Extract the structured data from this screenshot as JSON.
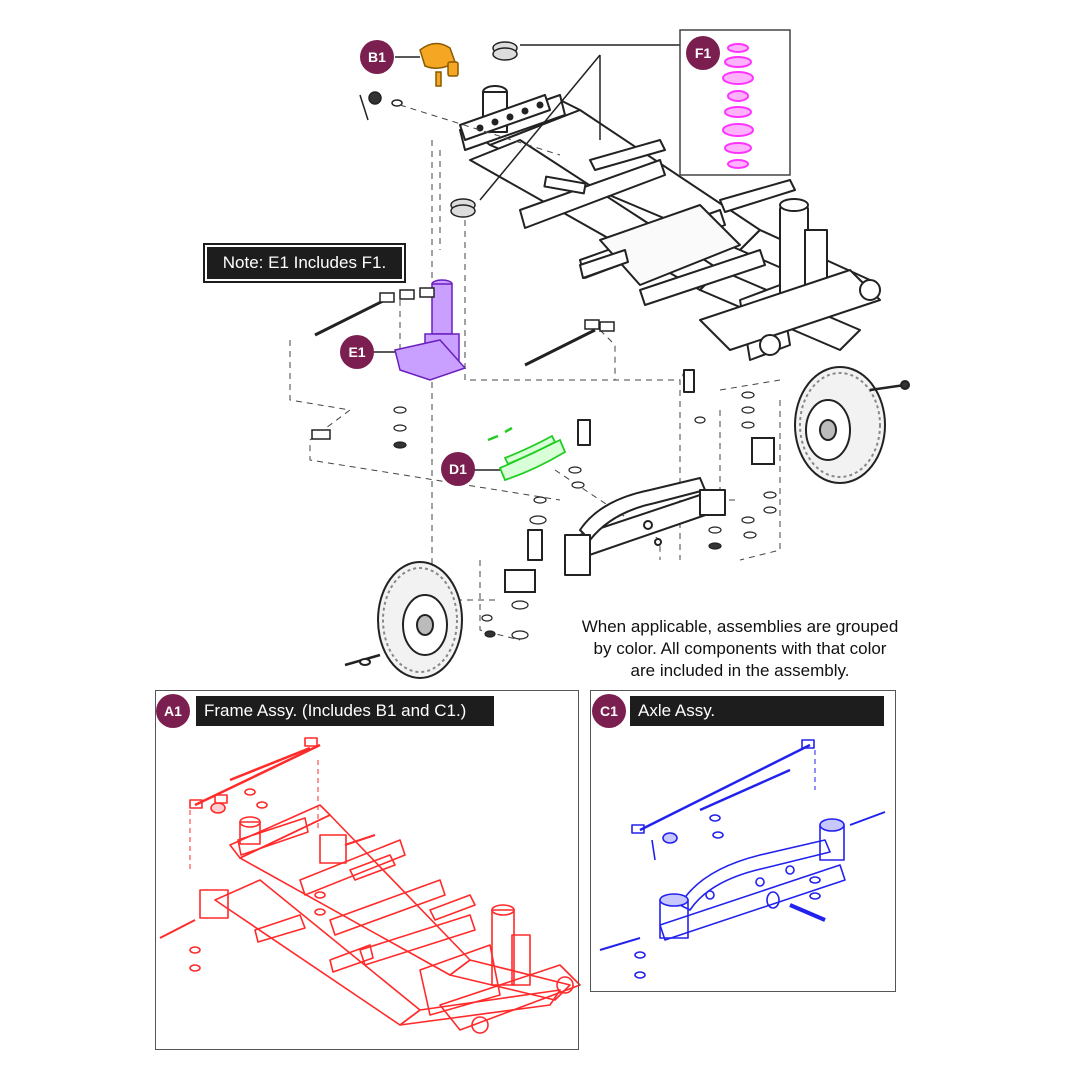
{
  "note": "Note: E1 Includes F1.",
  "callout": [
    "When applicable, assemblies are grouped",
    "by color. All components with that color",
    "are included in the assembly."
  ],
  "labels": {
    "b1": "B1",
    "f1": "F1",
    "e1": "E1",
    "d1": "D1",
    "a1": "A1",
    "c1": "C1"
  },
  "panels": {
    "frame": {
      "title": "Frame Assy. (Includes B1 and C1.)"
    },
    "axle": {
      "title": "Axle Assy."
    }
  },
  "colors": {
    "badge": "#7a1f4f",
    "line": "#222222",
    "b1": "#f5a623",
    "f1": "#ff33ff",
    "e1": "#9b30ff",
    "d1": "#33dd33",
    "frame": "#ff2a2a",
    "axle": "#2222ee"
  }
}
